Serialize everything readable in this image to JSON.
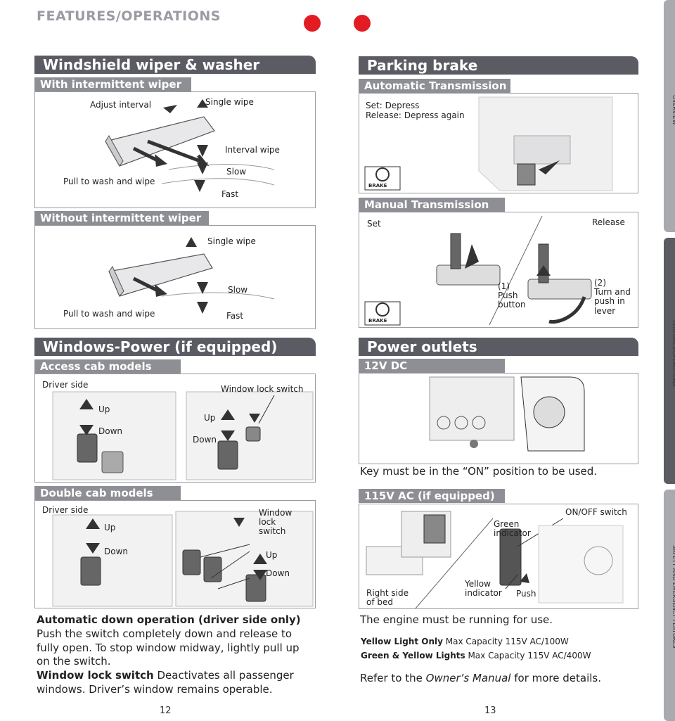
{
  "header": {
    "section_title": "FEATURES/OPERATIONS"
  },
  "colors": {
    "band": "#5a5b63",
    "sub_band": "#8e8f95",
    "accent_red": "#e31b23",
    "tab_gray": "#a9aab0",
    "tab_active": "#5a5b63"
  },
  "sidebar": {
    "tabs": [
      "OVERVIEW",
      "FEATURES/OPERATIONS",
      "SAFETY AND EMERGENCY FEATURES"
    ]
  },
  "wiper": {
    "title": "Windshield wiper & washer",
    "intermittent": {
      "title": "With intermittent wiper",
      "labels": {
        "adjust": "Adjust interval",
        "single": "Single wipe",
        "interval": "Interval wipe",
        "slow": "Slow",
        "fast": "Fast",
        "pull": "Pull to wash and wipe"
      }
    },
    "no_intermittent": {
      "title": "Without intermittent wiper",
      "labels": {
        "single": "Single wipe",
        "slow": "Slow",
        "fast": "Fast",
        "pull": "Pull to wash and wipe"
      }
    }
  },
  "windows": {
    "title": "Windows-Power (if equipped)",
    "access": {
      "title": "Access cab models",
      "labels": {
        "driver": "Driver side",
        "lock": "Window lock switch",
        "up1": "Up",
        "down1": "Down",
        "up2": "Up",
        "down2": "Down"
      }
    },
    "double": {
      "title": "Double cab models",
      "labels": {
        "driver": "Driver side",
        "lock": "Window\nlock\nswitch",
        "up1": "Up",
        "down1": "Down",
        "up2": "Up",
        "down2": "Down"
      }
    },
    "text": {
      "auto_heading": "Automatic down operation (driver side only)",
      "auto_body": "Push the switch completely down and release to fully open. To stop window midway, lightly pull up on the switch.",
      "lock_heading": "Window lock switch",
      "lock_body": " Deactivates all passenger windows. Driver’s window remains operable."
    }
  },
  "brake": {
    "title": "Parking brake",
    "auto": {
      "title": "Automatic Transmission",
      "labels": {
        "set": "Set: Depress",
        "release": "Release: Depress again",
        "brake_icon": "BRAKE"
      }
    },
    "manual": {
      "title": "Manual Transmission",
      "labels": {
        "set": "Set",
        "release": "Release",
        "push": "(1)\nPush\nbutton",
        "turn": "(2)\nTurn and\npush in\nlever",
        "brake_icon": "BRAKE"
      }
    }
  },
  "power": {
    "title": "Power outlets",
    "dc": {
      "title": "12V DC",
      "note": "Key must be in the “ON” position to be used."
    },
    "ac": {
      "title": "115V AC (if equipped)",
      "labels": {
        "onoff": "ON/OFF switch",
        "green": "Green\nindicator",
        "yellow": "Yellow\nindicator",
        "push": "Push",
        "right": "Right side\nof bed"
      },
      "note": "The engine must be running for use.",
      "yellow_label": "Yellow Light Only",
      "yellow_value": " Max Capacity 115V AC/100W",
      "green_label": "Green & Yellow Lights",
      "green_value": " Max Capacity 115V AC/400W",
      "refer_prefix": "Refer to the ",
      "refer_manual": "Owner’s Manual",
      "refer_suffix": " for more details."
    }
  },
  "footer": {
    "left_page": "12",
    "right_page": "13"
  }
}
